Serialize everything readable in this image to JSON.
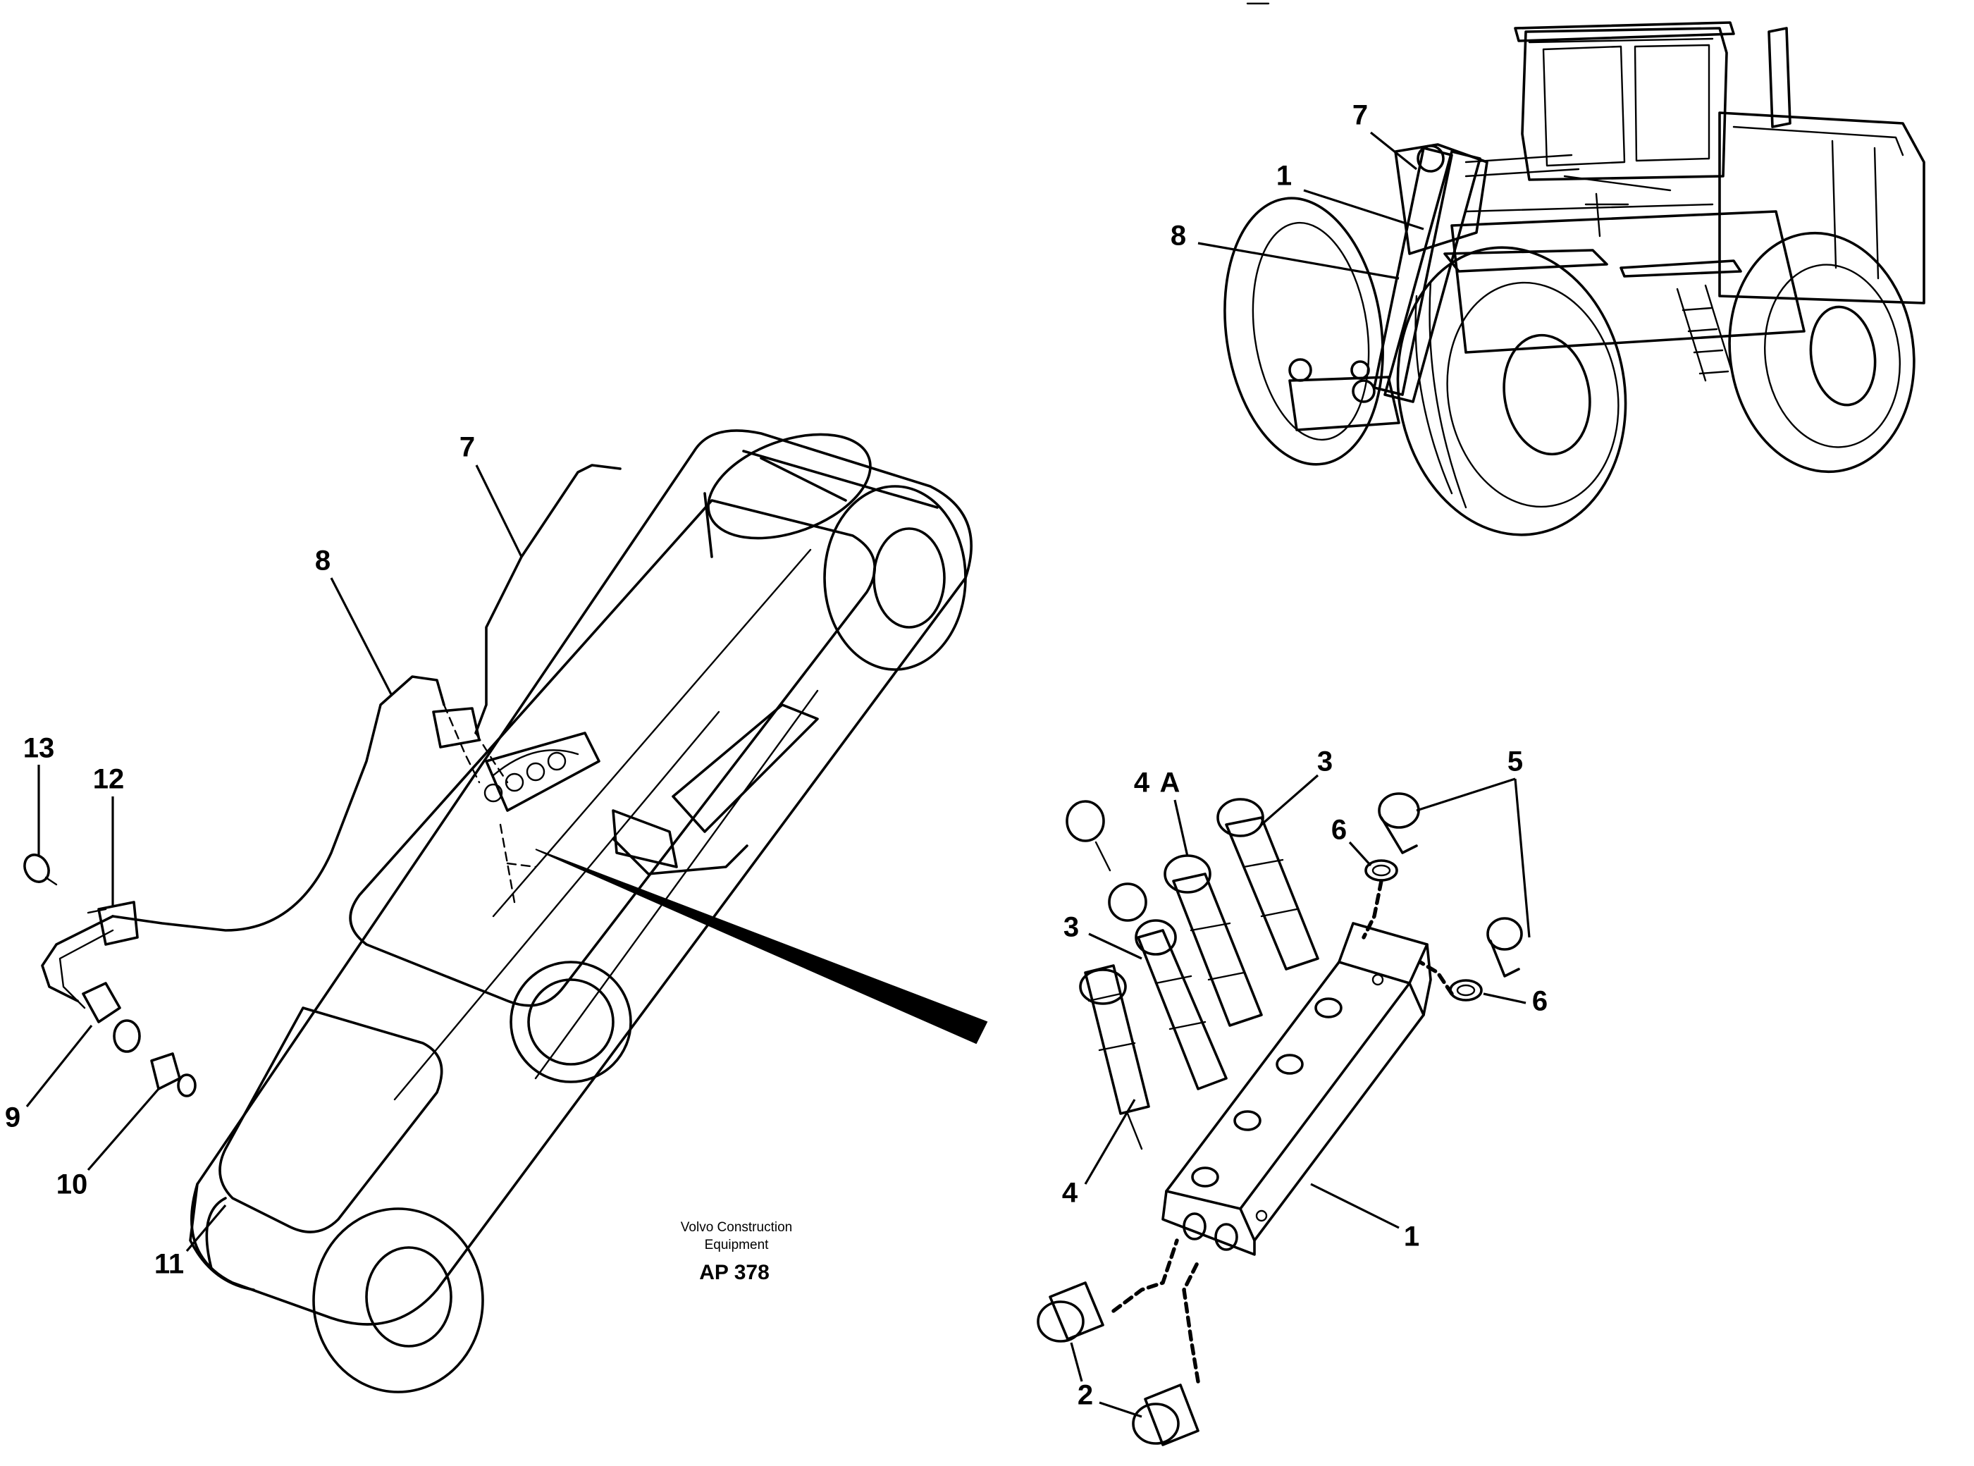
{
  "credit": {
    "line1": "Volvo Construction",
    "line2": "Equipment",
    "code": "AP 378"
  },
  "callouts": {
    "loader_7": "7",
    "loader_1": "1",
    "loader_8": "8",
    "arm_7": "7",
    "arm_8": "8",
    "arm_13": "13",
    "arm_12": "12",
    "arm_9": "9",
    "arm_10": "10",
    "arm_11": "11",
    "block_4": "4",
    "block_A": "A",
    "block_3_top": "3",
    "block_5": "5",
    "block_6_top": "6",
    "block_6_right": "6",
    "block_3_left": "3",
    "block_4_bottom": "4",
    "block_1": "1",
    "block_2": "2"
  }
}
